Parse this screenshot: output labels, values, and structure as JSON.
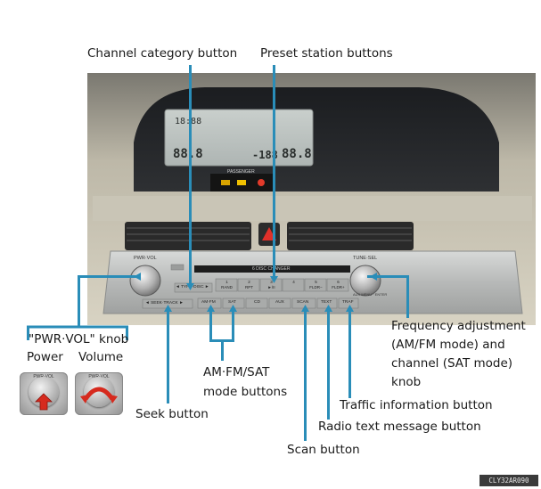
{
  "labels": {
    "channel_category": "Channel category button",
    "preset_station": "Preset station buttons",
    "pwr_vol_knob": "\"PWR·VOL\" knob",
    "power": "Power",
    "volume": "Volume",
    "seek": "Seek button",
    "am_fm_sat_line1": "AM·FM/SAT",
    "am_fm_sat_line2": "mode buttons",
    "frequency_line1": "Frequency adjustment",
    "frequency_line2": "(AM/FM mode) and",
    "frequency_line3": "channel (SAT mode)",
    "frequency_line4": "knob",
    "traffic": "Traffic information button",
    "radio_text": "Radio text message button",
    "scan": "Scan button"
  },
  "panel": {
    "pwr_vol_label": "PWR·VOL",
    "tune_sel_label": "TUNE·SEL",
    "disc_changer": "6 DISC CHANGER",
    "passenger": "PASSENGER",
    "aux_label": "AUX  MENU · ENTER",
    "display_left": "88.8",
    "display_mid": "-188",
    "display_right": "88.8",
    "display_clock": "18:88",
    "type_disc": "◄ TYPE·DISC ►",
    "seek_track": "◄ SEEK·TRACK ►",
    "mode_buttons": [
      "AM·FM",
      "SAT",
      "CD",
      "AUX",
      "SCAN",
      "TEXT",
      "TRAF"
    ],
    "preset_buttons": [
      {
        "num": "1",
        "sub": "RAND"
      },
      {
        "num": "2",
        "sub": "RPT"
      },
      {
        "num": "3",
        "sub": "►/II"
      },
      {
        "num": "4",
        "sub": ""
      },
      {
        "num": "5",
        "sub": "FLDR−"
      },
      {
        "num": "6",
        "sub": "FLDR+"
      }
    ]
  },
  "thumbs": {
    "power_label": "PWR·VOL",
    "volume_label": "PWR·VOL"
  },
  "image_code": "CLY32AR090",
  "colors": {
    "callout": "#2a8db8",
    "arrow_power": "#d62a1e",
    "arrow_volume": "#d62a1e"
  }
}
